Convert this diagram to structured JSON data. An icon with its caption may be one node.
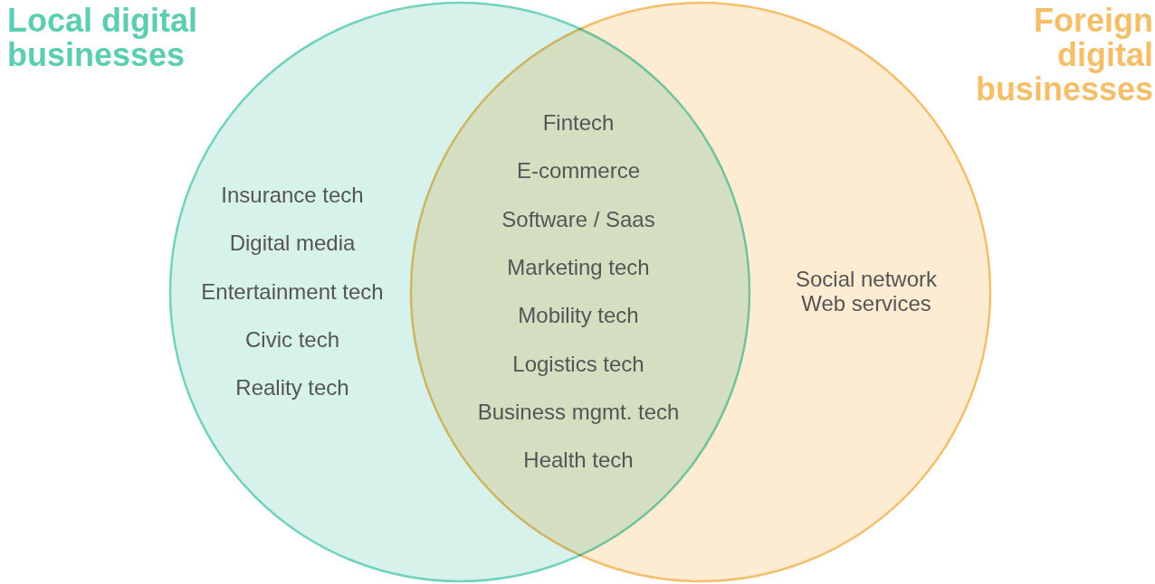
{
  "diagram": {
    "nodes": [
      {
        "text": [
          "Local digital businesses"
        ]
      },
      {
        "text": [
          "Foreign digital businesses"
        ]
      }
    ],
    "labels": [
      "Insurance tech",
      "Digital media",
      "Entertainment tech",
      "Civic tech",
      "Reality tech",
      "Fintech",
      "E-commerce",
      "Software / Saas",
      "Marketing tech",
      "Mobility tech",
      "Logistics tech",
      "Business mgmt. tech",
      "Health tech",
      "Social network",
      "Web services"
    ]
  }
}
